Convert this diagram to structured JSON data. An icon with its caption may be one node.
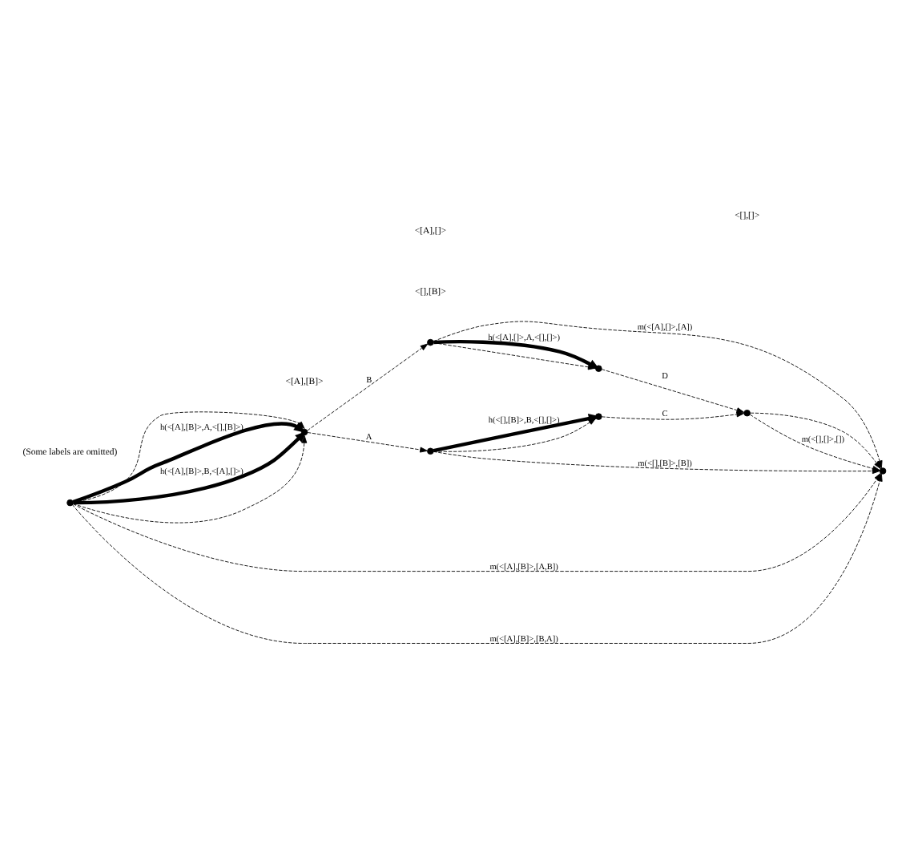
{
  "diagram": {
    "nodes": [
      {
        "text": [],
        "shape": "point"
      },
      {
        "text": [],
        "shape": "point"
      },
      {
        "text": [],
        "shape": "point"
      },
      {
        "text": [],
        "shape": "point"
      },
      {
        "text": [],
        "shape": "point"
      },
      {
        "text": [],
        "shape": "point"
      },
      {
        "text": [],
        "shape": "point"
      },
      {
        "text": [],
        "shape": "point"
      }
    ],
    "edges": [
      {
        "from": 0,
        "to": 7,
        "arrow": "to",
        "style": "dashed",
        "label": "m(<[A],[B]>,[A,B])"
      },
      {
        "from": 2,
        "to": 7,
        "arrow": "to",
        "style": "dashed",
        "label": "m(<[],[B]>,[B])"
      },
      {
        "from": 0,
        "to": 1,
        "arrow": "to",
        "style": "thick",
        "label": "h(<[A],[B]>,A,<[],[B]>)"
      },
      {
        "from": 0,
        "to": 1,
        "arrow": "to",
        "style": "dashed"
      },
      {
        "from": 0,
        "to": 1,
        "arrow": "to",
        "style": "dashed"
      },
      {
        "from": 0,
        "to": 1,
        "arrow": "to",
        "style": "thick",
        "label": "h(<[A],[B]>,B,<[A],[]>)"
      },
      {
        "from": 1,
        "to": 2,
        "arrow": "to",
        "style": "dashed",
        "label": "A"
      },
      {
        "from": 1,
        "to": 4,
        "arrow": "to",
        "style": "dashed",
        "label": "B"
      },
      {
        "from": 2,
        "to": 3,
        "arrow": "to",
        "style": "thick",
        "label": "h(<[],[B]>,B,<[],[]>)"
      },
      {
        "from": 2,
        "to": 3,
        "arrow": "to",
        "style": "dashed"
      },
      {
        "from": 4,
        "to": 5,
        "arrow": "to",
        "style": "dashed"
      },
      {
        "from": 4,
        "to": 5,
        "arrow": "to",
        "style": "thick",
        "label": "h(<[A],[]>,A,<[],[]>)"
      },
      {
        "from": 3,
        "to": 6,
        "arrow": "to",
        "style": "dashed",
        "label": "C"
      },
      {
        "from": 5,
        "to": 6,
        "arrow": "to",
        "style": "dashed",
        "label": "D"
      },
      {
        "from": 6,
        "to": 7,
        "arrow": "to",
        "style": "dashed",
        "label": "m(<[],[]>,[])"
      },
      {
        "from": 6,
        "to": 7,
        "arrow": "to",
        "style": "dashed"
      },
      {
        "from": 4,
        "to": 7,
        "arrow": "to",
        "style": "dashed",
        "label": "m(<[A],[]>,[A])"
      },
      {
        "from": 0,
        "to": 7,
        "arrow": "to",
        "style": "dashed",
        "label": "m(<[A],[B]>,[B,A])"
      }
    ],
    "labels": [
      "<[A],[B]>",
      "<[],[B]>",
      "<[],[]>",
      "<[A],[]>",
      "(Some labels are omitted)"
    ]
  }
}
